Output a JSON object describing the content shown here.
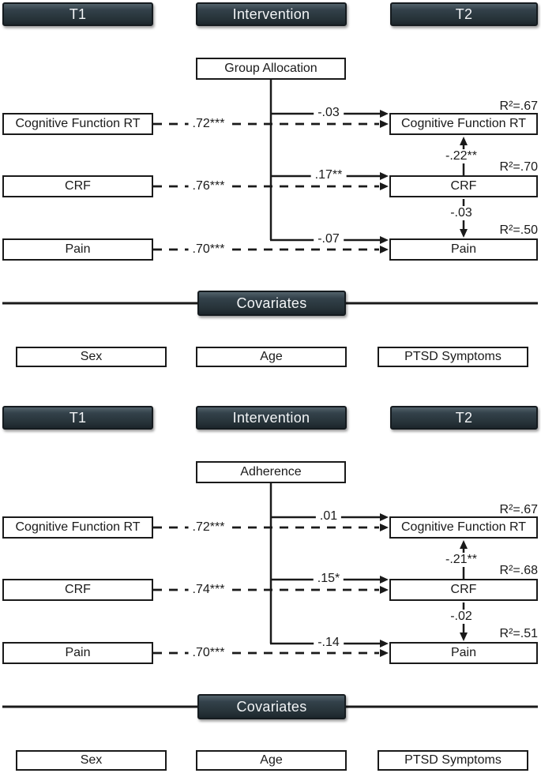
{
  "panels": [
    {
      "headers": [
        "T1",
        "Intervention",
        "T2"
      ],
      "intervention_var": "Group Allocation",
      "rows": [
        {
          "left": "Cognitive Function RT",
          "right": "Cognitive Function RT",
          "stability": ".72***",
          "intervention_effect": "-.03",
          "r2": "R²=.67"
        },
        {
          "left": "CRF",
          "right": "CRF",
          "stability": ".76***",
          "intervention_effect": ".17**",
          "r2": "R²=.70"
        },
        {
          "left": "Pain",
          "right": "Pain",
          "stability": ".70***",
          "intervention_effect": "-.07",
          "r2": "R²=.50"
        }
      ],
      "cross_paths": [
        {
          "label": "-.22**",
          "from": "CRF",
          "to": "Cognitive Function RT",
          "direction": "up"
        },
        {
          "label": "-.03",
          "from": "CRF",
          "to": "Pain",
          "direction": "down"
        }
      ],
      "covariates": {
        "title": "Covariates",
        "items": [
          "Sex",
          "Age",
          "PTSD Symptoms"
        ]
      }
    },
    {
      "headers": [
        "T1",
        "Intervention",
        "T2"
      ],
      "intervention_var": "Adherence",
      "rows": [
        {
          "left": "Cognitive Function RT",
          "right": "Cognitive Function RT",
          "stability": ".72***",
          "intervention_effect": ".01",
          "r2": "R²=.67"
        },
        {
          "left": "CRF",
          "right": "CRF",
          "stability": ".74***",
          "intervention_effect": ".15*",
          "r2": "R²=.68"
        },
        {
          "left": "Pain",
          "right": "Pain",
          "stability": ".70***",
          "intervention_effect": "-.14",
          "r2": "R²=.51"
        }
      ],
      "cross_paths": [
        {
          "label": "-.21**",
          "from": "CRF",
          "to": "Cognitive Function RT",
          "direction": "up"
        },
        {
          "label": "-.02",
          "from": "CRF",
          "to": "Pain",
          "direction": "down"
        }
      ],
      "covariates": {
        "title": "Covariates",
        "items": [
          "Sex",
          "Age",
          "PTSD Symptoms"
        ]
      }
    }
  ]
}
